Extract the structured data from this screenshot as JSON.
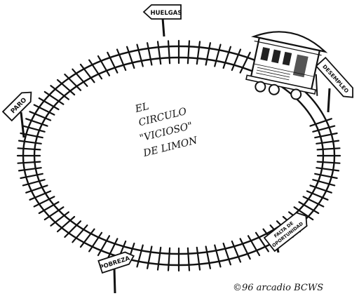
{
  "title": {
    "line1": "EL",
    "line2": "CIRCULO",
    "line3": "\"VICIOSO\"",
    "line4": "DE LIMON"
  },
  "signs": {
    "huelgas": "HUELGAS",
    "paro": "PARO",
    "desempleo": "DESEMPLEO",
    "falta_oportunidad": [
      "FALTA DE",
      "OPORTUNIDAD"
    ],
    "pobreza": "POBREZA"
  },
  "signature": "©96 arcadio BCWS"
}
